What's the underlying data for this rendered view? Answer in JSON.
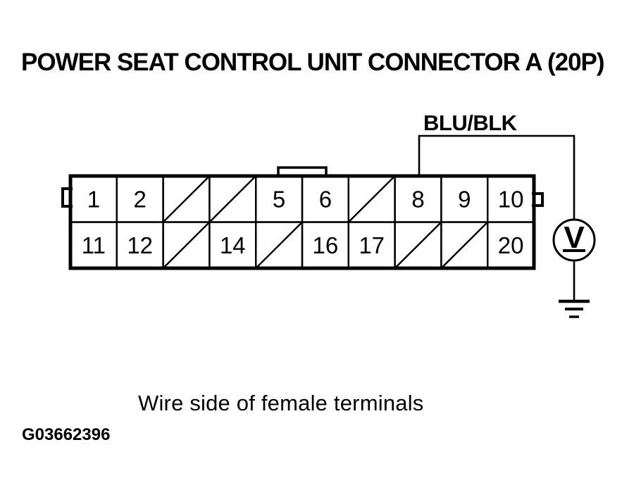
{
  "title": "POWER SEAT CONTROL UNIT CONNECTOR A (20P)",
  "wire_label": "BLU/BLK",
  "caption": "Wire side of female terminals",
  "figure_id": "G03662396",
  "voltmeter": {
    "glyph": "V"
  },
  "connector": {
    "rows": [
      [
        "1",
        "2",
        "",
        "",
        "5",
        "6",
        "",
        "8",
        "9",
        "10"
      ],
      [
        "11",
        "12",
        "",
        "14",
        "",
        "16",
        "17",
        "",
        "",
        "20"
      ]
    ]
  },
  "colors": {
    "ink": "#000000",
    "paper": "#ffffff"
  }
}
